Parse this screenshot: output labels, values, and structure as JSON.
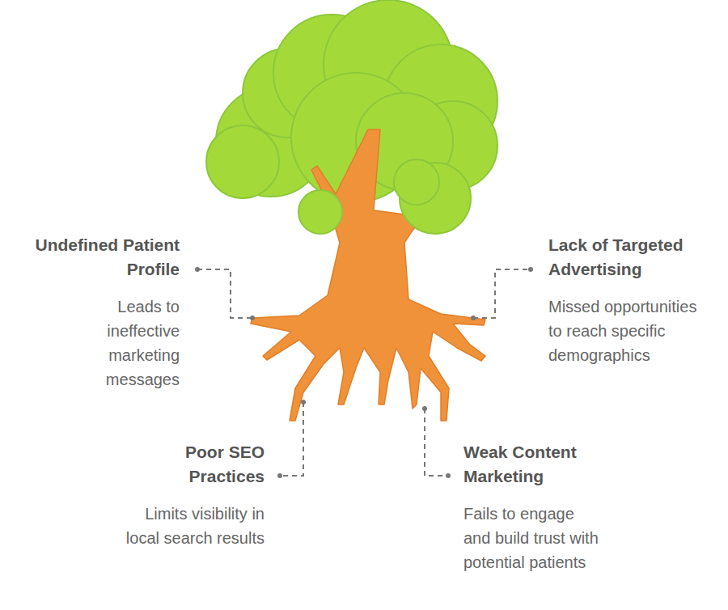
{
  "diagram": {
    "labels": [
      "Undefined Patient Profile",
      "Leads to ineffective marketing messages",
      "Lack of Targeted Advertising",
      "Missed opportunities to reach specific demographics",
      "Poor SEO Practices",
      "Limits visibility in local search results",
      "Weak Content Marketing",
      "Fails to engage and build trust with potential patients"
    ]
  }
}
